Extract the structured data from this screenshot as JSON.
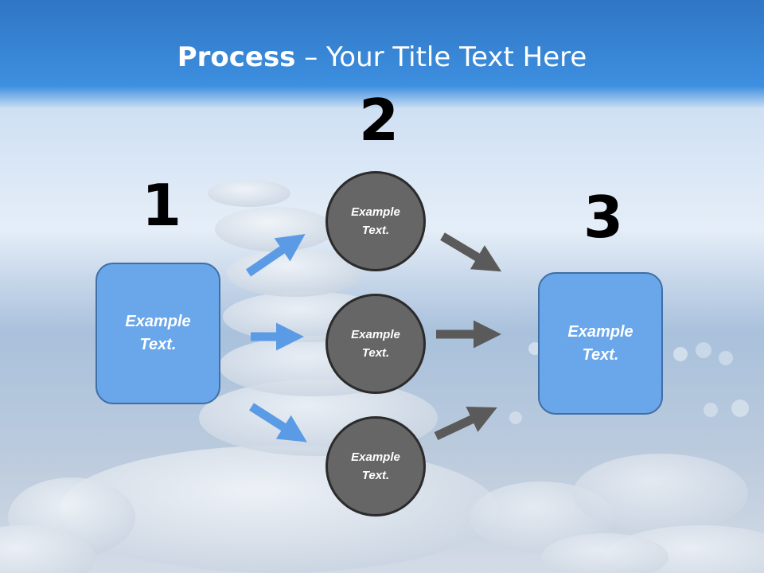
{
  "title": {
    "bold": "Process",
    "rest": " – Your Title Text Here"
  },
  "steps": {
    "s1": {
      "number": "1",
      "text": "Example\nText."
    },
    "s2": {
      "number": "2",
      "text": [
        "Example\nText.",
        "Example\nText.",
        "Example\nText."
      ]
    },
    "s3": {
      "number": "3",
      "text": "Example\nText."
    }
  },
  "colors": {
    "box_fill": "#6aa6ea",
    "circle_fill": "#666666",
    "blue_arrow": "#5b9be6",
    "gray_arrow": "#5a5a5a"
  }
}
